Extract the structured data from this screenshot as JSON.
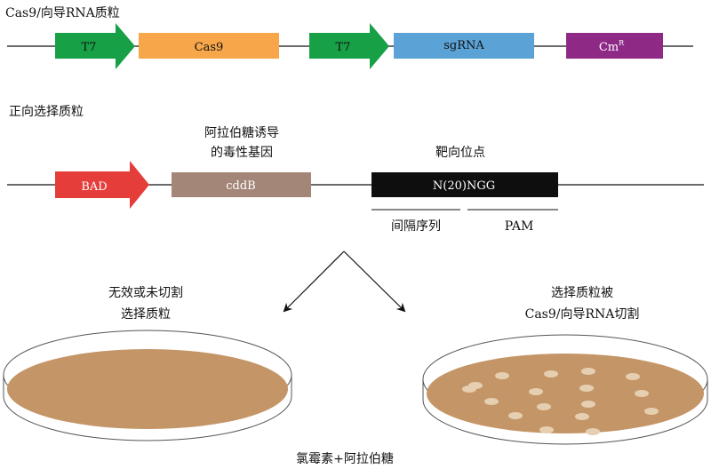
{
  "row1": {
    "title": "Cas9/向导RNA质粒",
    "elements": [
      {
        "label": "T7",
        "color": "#17a046",
        "shape": "arrow"
      },
      {
        "label": "Cas9",
        "color": "#f7a74a",
        "shape": "box"
      },
      {
        "label": "T7",
        "color": "#17a046",
        "shape": "arrow"
      },
      {
        "label": "sgRNA",
        "color": "#5ba3d6",
        "shape": "box"
      },
      {
        "label": "Cm",
        "superscript": "R",
        "color": "#8e2a86",
        "shape": "box"
      }
    ]
  },
  "row2": {
    "title": "正向选择质粒",
    "toxic_gene_caption": [
      "阿拉伯糖诱导",
      "的毒性基因"
    ],
    "target_caption": "靶向位点",
    "elements": [
      {
        "label": "BAD",
        "color": "#e53d3a",
        "shape": "arrow"
      },
      {
        "label": "cddB",
        "color": "#a38677",
        "shape": "box"
      },
      {
        "label": "N(20)NGG",
        "color": "#0e0e0e",
        "shape": "box"
      }
    ],
    "spacer_label": "间隔序列",
    "pam_label": "PAM"
  },
  "outcomes": {
    "left_caption": [
      "无效或未切割",
      "选择质粒"
    ],
    "right_caption": [
      "选择质粒被",
      "Cas9/向导RNA切割"
    ],
    "plate_color": "#c49566",
    "colony_color": "#e6cfb1",
    "medium_label": "氯霉素+阿拉伯糖"
  }
}
